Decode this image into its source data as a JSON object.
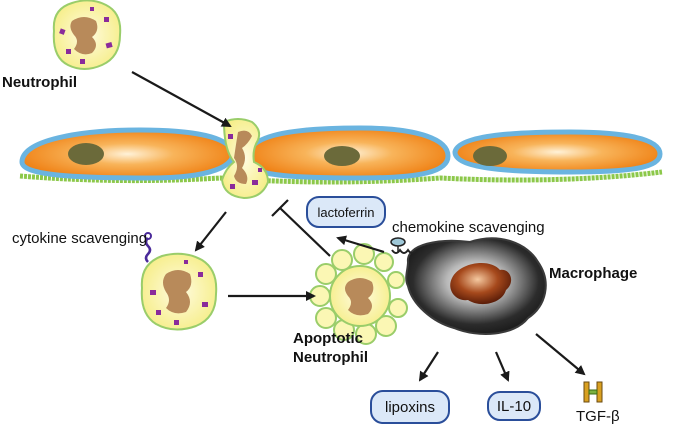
{
  "labels": {
    "neutrophil": "Neutrophil",
    "cytokine_scavenging": "cytokine scavenging",
    "chemokine_scavenging": "chemokine scavenging",
    "macrophage": "Macrophage",
    "apoptotic_line1": "Apoptotic",
    "apoptotic_line2": "Neutrophil",
    "tgf_beta": "TGF-β"
  },
  "boxes": {
    "lactoferrin": "lactoferrin",
    "lipoxins": "lipoxins",
    "il10": "IL-10"
  },
  "colors": {
    "endothelium_orange": "#f08a1c",
    "endothelium_border": "#6ab4e0",
    "basement_green": "#8cc84a",
    "nucleus_olive": "#6b6a3a",
    "neutrophil_body": "#fbf7b4",
    "neutrophil_border": "#9acd6a",
    "neutrophil_nucleus": "#b88a5a",
    "granule_purple": "#8a2b9b",
    "macrophage_dark": "#2a2a2a",
    "macrophage_nucleus": "#8b3a1a",
    "box_fill": "#dbe8f8",
    "box_border": "#2a4e9a"
  }
}
